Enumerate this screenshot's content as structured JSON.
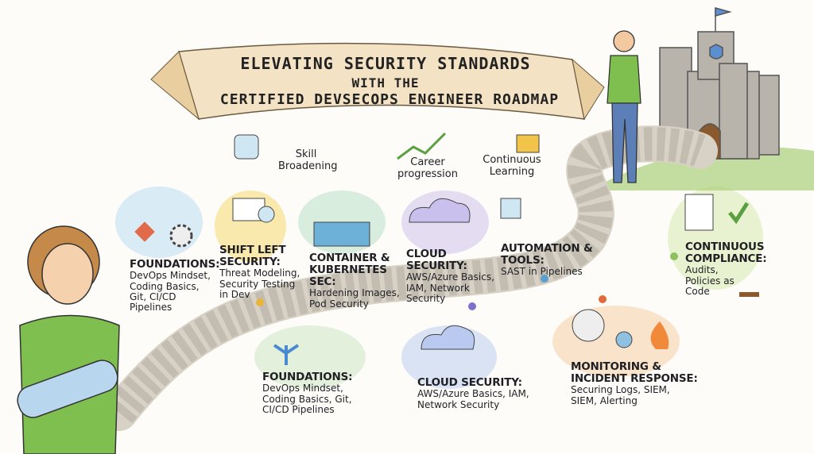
{
  "banner": {
    "line1": "ELEVATING SECURITY STANDARDS",
    "line2": "WITH THE",
    "line3": "CERTIFIED DEVSECOPS ENGINEER ROADMAP"
  },
  "benefits": [
    {
      "label": "Skill Broadening"
    },
    {
      "label": "Career progression"
    },
    {
      "label": "Continuous Learning"
    }
  ],
  "milestones": [
    {
      "title": "FOUNDATIONS:",
      "body": "DevOps Mindset, Coding Basics, Git, CI/CD Pipelines"
    },
    {
      "title": "SHIFT LEFT SECURITY:",
      "body": "Threat Modeling, Security Testing in Dev"
    },
    {
      "title": "CONTAINER & KUBERNETES SEC:",
      "body": "Hardening Images, Pod Security"
    },
    {
      "title": "CLOUD SECURITY:",
      "body": "AWS/Azure Basics, IAM, Network Security"
    },
    {
      "title": "AUTOMATION & TOOLS:",
      "body": "SAST in Pipelines"
    },
    {
      "title": "CONTINUOUS COMPLIANCE:",
      "body": "Audits, Policies as Code"
    },
    {
      "title": "FOUNDATIONS:",
      "body": "DevOps Mindset, Coding Basics, Git, CI/CD Pipelines"
    },
    {
      "title": "CLOUD SECURITY:",
      "body": "AWS/Azure Basics, IAM, Network Security"
    },
    {
      "title": "MONITORING & INCIDENT RESPONSE:",
      "body": "Securing Logs, SIEM, SIEM, Alerting"
    }
  ],
  "colors": {
    "banner": "#f3e2c4",
    "road": "#d8d2c6",
    "castle": "#b9b4ab",
    "grass": "#a9cf7a",
    "shirt": "#7fbf4f"
  }
}
